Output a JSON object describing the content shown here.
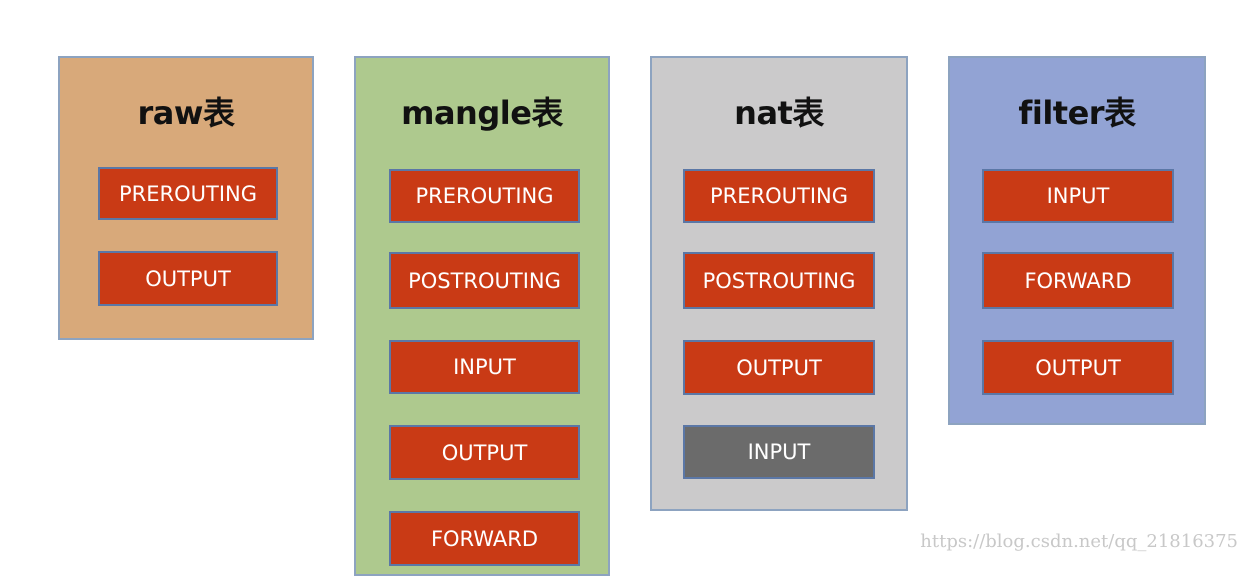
{
  "colors": {
    "raw_panel": "#d8a97a",
    "mangle_panel": "#aec98e",
    "nat_panel": "#cbcacb",
    "filter_panel": "#92a3d4",
    "chain_active": "#c93a15",
    "chain_inactive": "#6b6b6b"
  },
  "tables": [
    {
      "id": "raw",
      "title": "raw表",
      "chains": [
        {
          "label": "PREROUTING",
          "state": "active"
        },
        {
          "label": "OUTPUT",
          "state": "active"
        }
      ]
    },
    {
      "id": "mangle",
      "title": "mangle表",
      "chains": [
        {
          "label": "PREROUTING",
          "state": "active"
        },
        {
          "label": "POSTROUTING",
          "state": "active"
        },
        {
          "label": "INPUT",
          "state": "active"
        },
        {
          "label": "OUTPUT",
          "state": "active"
        },
        {
          "label": "FORWARD",
          "state": "active"
        }
      ]
    },
    {
      "id": "nat",
      "title": "nat表",
      "chains": [
        {
          "label": "PREROUTING",
          "state": "active"
        },
        {
          "label": "POSTROUTING",
          "state": "active"
        },
        {
          "label": "OUTPUT",
          "state": "active"
        },
        {
          "label": "INPUT",
          "state": "inactive"
        }
      ]
    },
    {
      "id": "filter",
      "title": "filter表",
      "chains": [
        {
          "label": "INPUT",
          "state": "active"
        },
        {
          "label": "FORWARD",
          "state": "active"
        },
        {
          "label": "OUTPUT",
          "state": "active"
        }
      ]
    }
  ],
  "watermark": "https://blog.csdn.net/qq_21816375"
}
